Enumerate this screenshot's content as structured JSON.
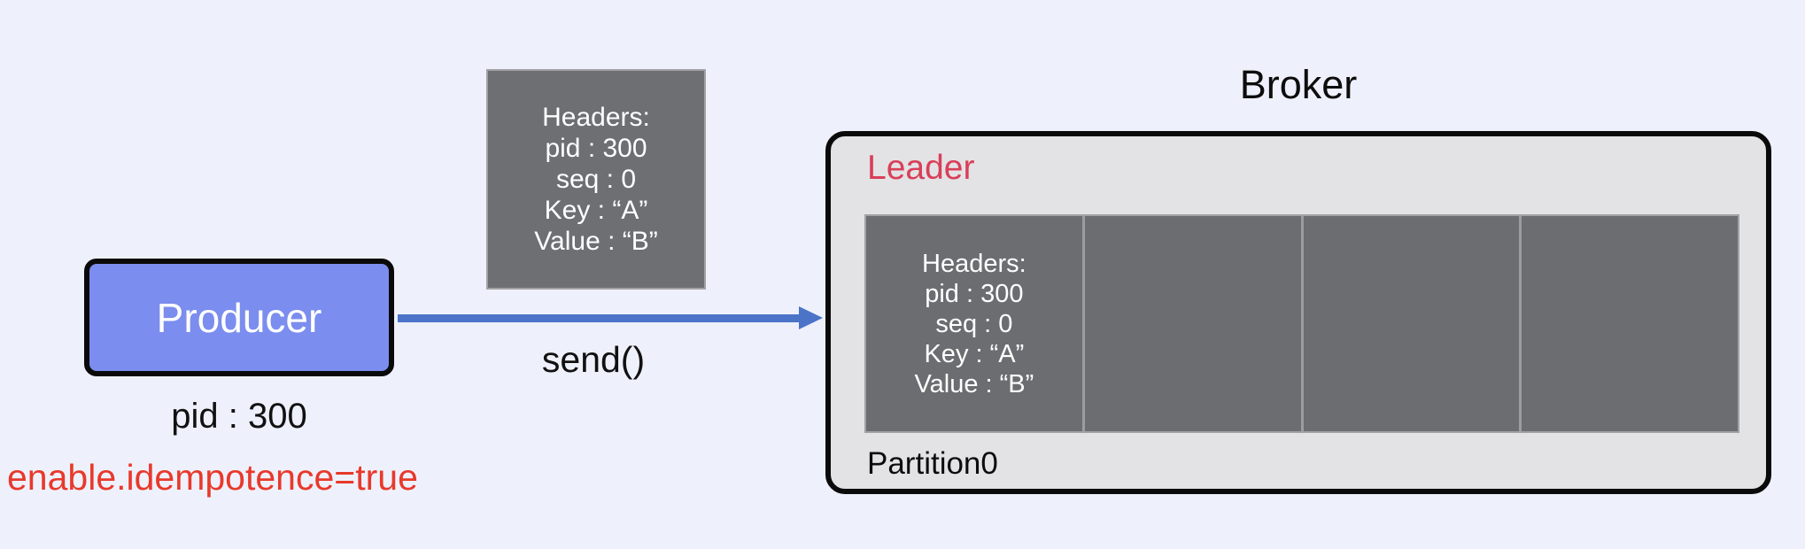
{
  "colors": {
    "background": "#EEF1FC",
    "producer_fill": "#7B8DEE",
    "arrow_blue": "#4B74C8",
    "message_gray": "#6D6F73",
    "broker_fill": "#E3E3E6",
    "leader_red": "#D84058",
    "config_red": "#E8392B"
  },
  "producer": {
    "label": "Producer",
    "pid": "pid : 300",
    "config": "enable.idempotence=true"
  },
  "message": {
    "lines": [
      "Headers:",
      "pid : 300",
      "seq : 0",
      "Key : “A”",
      "Value : “B”"
    ]
  },
  "arrow": {
    "label": "send()"
  },
  "broker": {
    "title": "Broker",
    "leader_label": "Leader",
    "partition_label": "Partition0",
    "log": {
      "cells": [
        {
          "lines": [
            "Headers:",
            "pid : 300",
            "seq : 0",
            "Key : “A”",
            "Value : “B”"
          ]
        },
        {
          "lines": []
        },
        {
          "lines": []
        },
        {
          "lines": []
        }
      ]
    }
  }
}
